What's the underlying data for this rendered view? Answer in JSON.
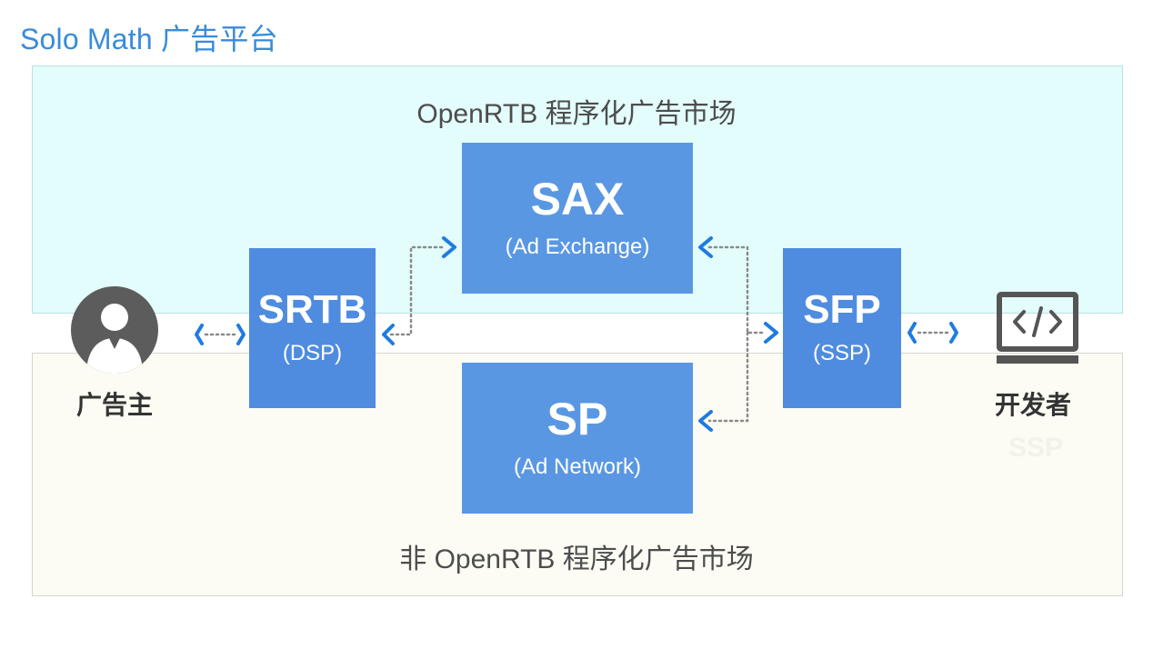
{
  "title": "Solo Math 广告平台",
  "regions": {
    "top": "OpenRTB 程序化广告市场",
    "bottom": "非 OpenRTB 程序化广告市场"
  },
  "boxes": {
    "sax": {
      "name": "SAX",
      "sub": "(Ad Exchange)"
    },
    "sp": {
      "name": "SP",
      "sub": "(Ad Network)"
    },
    "srtb": {
      "name": "SRTB",
      "sub": "(DSP)"
    },
    "sfp": {
      "name": "SFP",
      "sub": "(SSP)"
    }
  },
  "actors": {
    "advertiser": {
      "label": "广告主",
      "icon": "person-icon"
    },
    "developer": {
      "label": "开发者",
      "icon": "code-monitor-icon",
      "faint_label": "SSP"
    }
  },
  "colors": {
    "title": "#3a8bdb",
    "box": "#5b96e3",
    "arrow": "#1e7be0",
    "dots": "#8a8a8a",
    "region_top": "#e3fcfc",
    "region_bottom": "#fcfcf4"
  }
}
